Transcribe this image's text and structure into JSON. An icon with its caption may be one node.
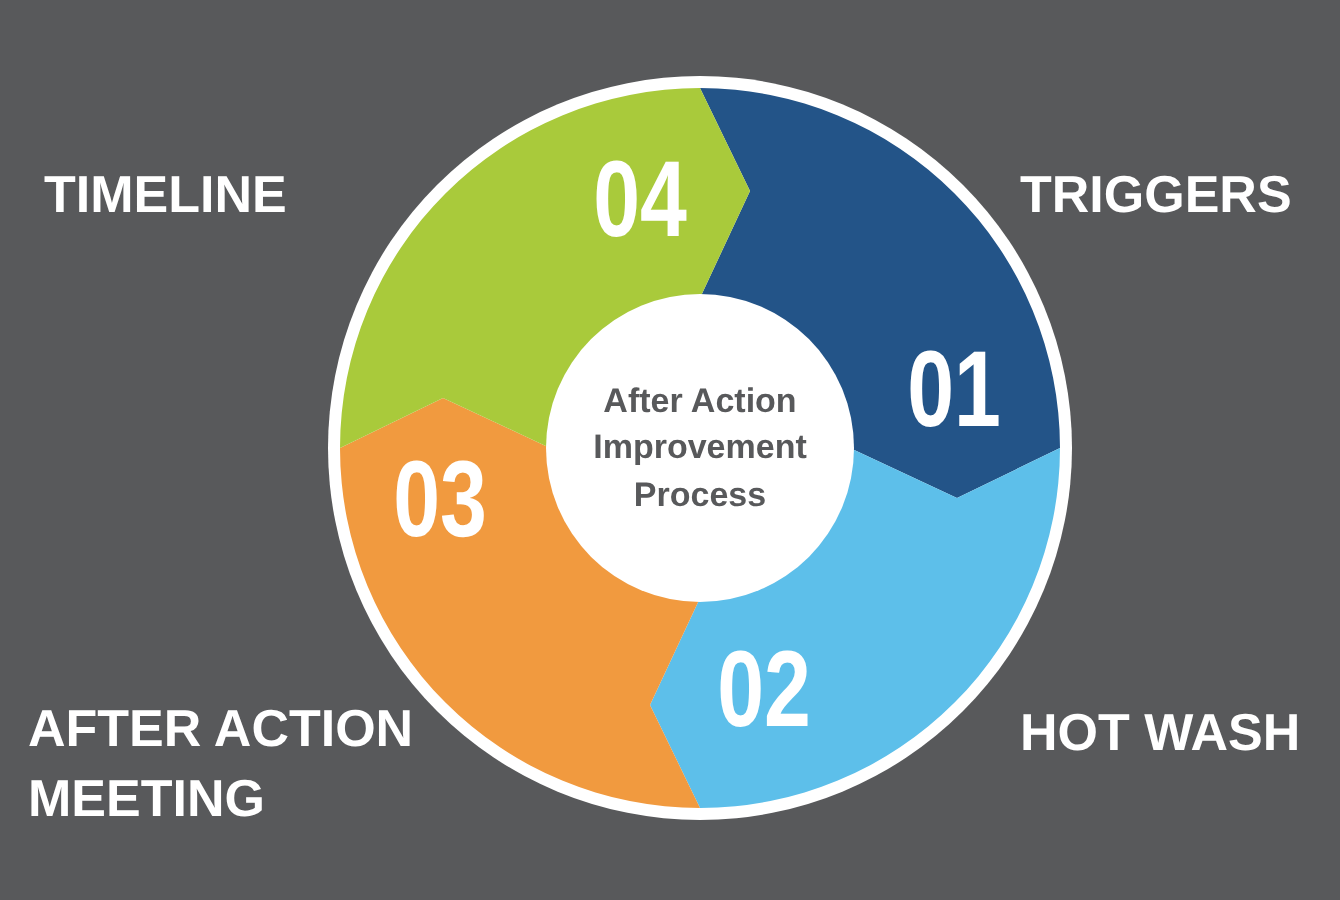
{
  "diagram": {
    "nodes": [
      {
        "text": [
          "After Action Improvement Process"
        ]
      },
      {
        "text": [
          "01"
        ]
      },
      {
        "text": [
          "02"
        ]
      },
      {
        "text": [
          "03"
        ]
      },
      {
        "text": [
          "04"
        ]
      }
    ],
    "labels": [
      "TIMELINE",
      "TRIGGERS",
      "AFTER ACTION MEETING",
      "HOT WASH"
    ]
  }
}
